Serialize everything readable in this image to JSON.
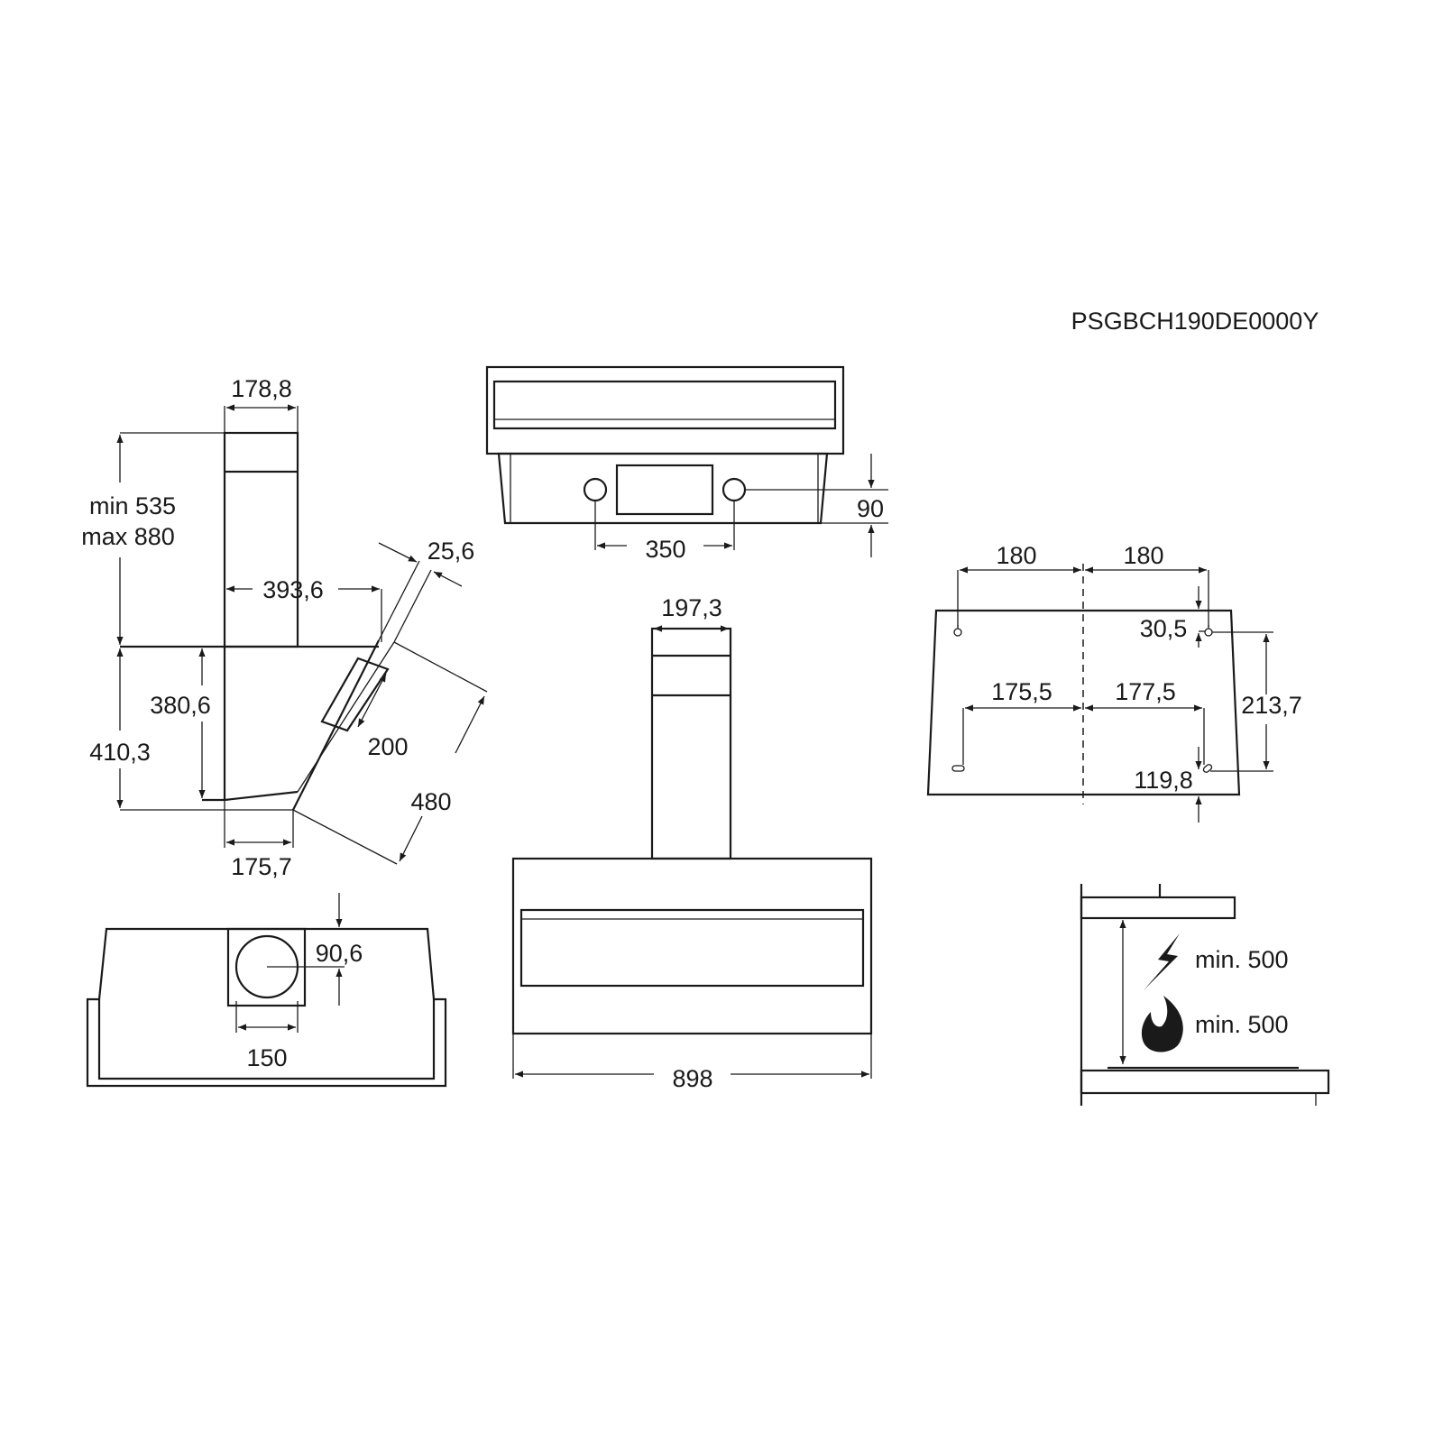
{
  "model_code": "PSGBCH190DE0000Y",
  "side_view": {
    "chimney_width": "178,8",
    "chimney_height_min": "min 535",
    "chimney_height_max": "max 880",
    "depth": "393,6",
    "panel_thickness": "25,6",
    "body_height": "380,6",
    "total_height": "410,3",
    "handle": "200",
    "panel_length": "480",
    "bottom_depth": "175,7"
  },
  "top_view": {
    "spacing": "350",
    "offset": "90"
  },
  "bottom_view": {
    "outlet_offset": "90,6",
    "outlet_diameter": "150"
  },
  "front_view": {
    "chimney_width": "197,3",
    "width": "898"
  },
  "mounting_plan": {
    "top_left": "180",
    "top_right": "180",
    "top_offset": "30,5",
    "bottom_left": "175,5",
    "bottom_right": "177,5",
    "vertical_spacing": "213,7",
    "bottom_offset": "119,8"
  },
  "safety": {
    "electric_distance": "min. 500",
    "gas_distance": "min. 500"
  }
}
